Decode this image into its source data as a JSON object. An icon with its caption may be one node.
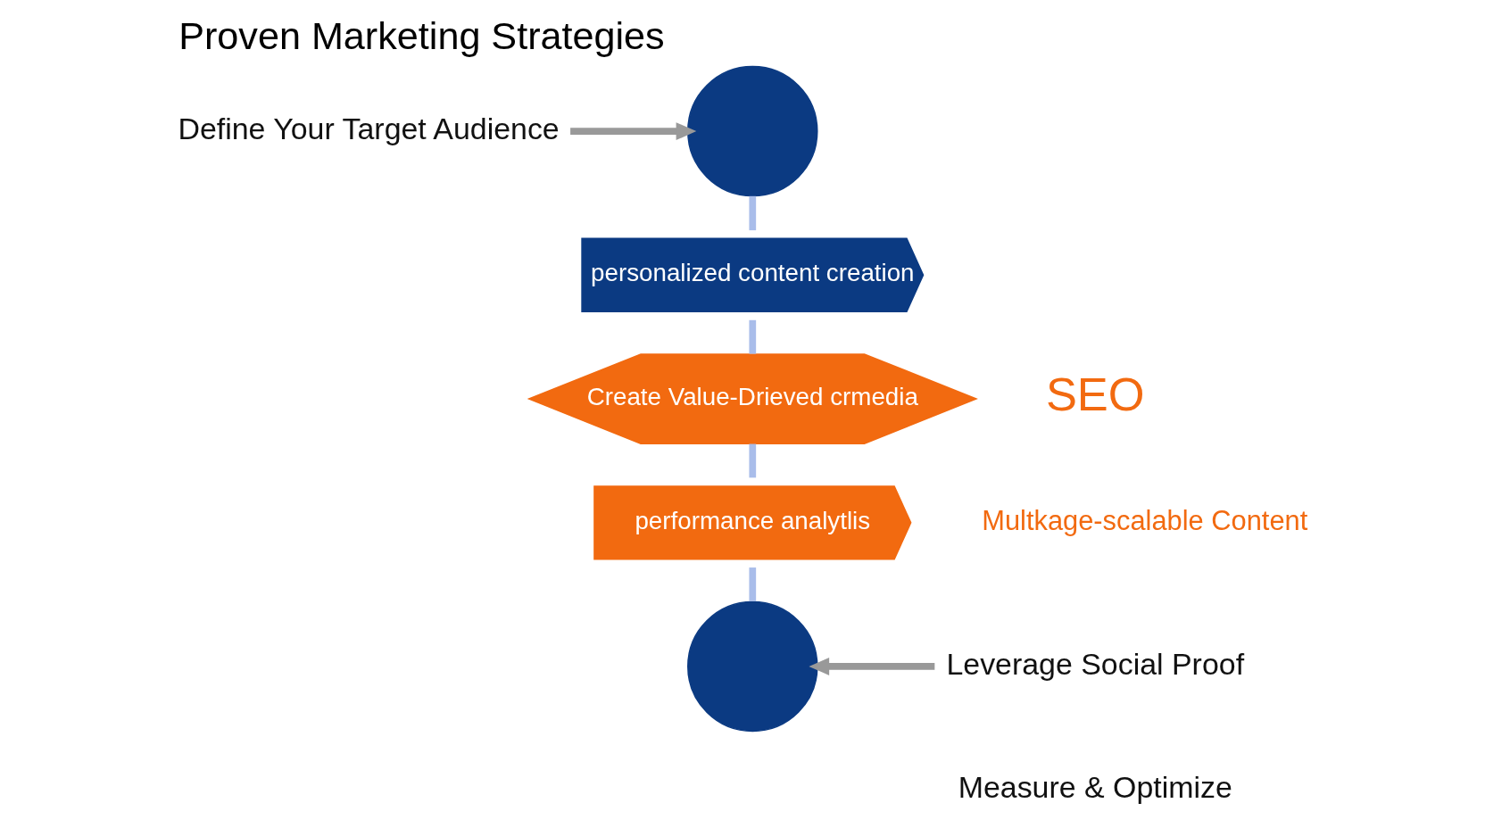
{
  "diagram": {
    "title": "Proven Marketing Strategies",
    "nodes": [
      {
        "text": [
          "Define Your Target Audience"
        ]
      },
      {
        "text": [],
        "shape": "circle"
      },
      {
        "text": [
          "personalized content creation"
        ]
      },
      {
        "text": [
          "Create Value-Drieved crmedia"
        ]
      },
      {
        "text": [
          "performance analytlis"
        ]
      },
      {
        "text": [],
        "shape": "circle"
      },
      {
        "text": [
          "Leverage Social Proof"
        ]
      }
    ],
    "edges": [
      {
        "from": 0,
        "to": 1,
        "arrow": "to",
        "color": "#999999"
      },
      {
        "from": 1,
        "to": 2,
        "arrow": "none"
      },
      {
        "from": 2,
        "to": 3,
        "arrow": "none"
      },
      {
        "from": 3,
        "to": 4,
        "arrow": "none"
      },
      {
        "from": 4,
        "to": 5,
        "arrow": "none"
      },
      {
        "from": 6,
        "to": 5,
        "arrow": "to",
        "color": "#999999"
      }
    ],
    "labels": [
      "SEO",
      "Multkage-scalable Content",
      "Measure & Optimize"
    ]
  }
}
